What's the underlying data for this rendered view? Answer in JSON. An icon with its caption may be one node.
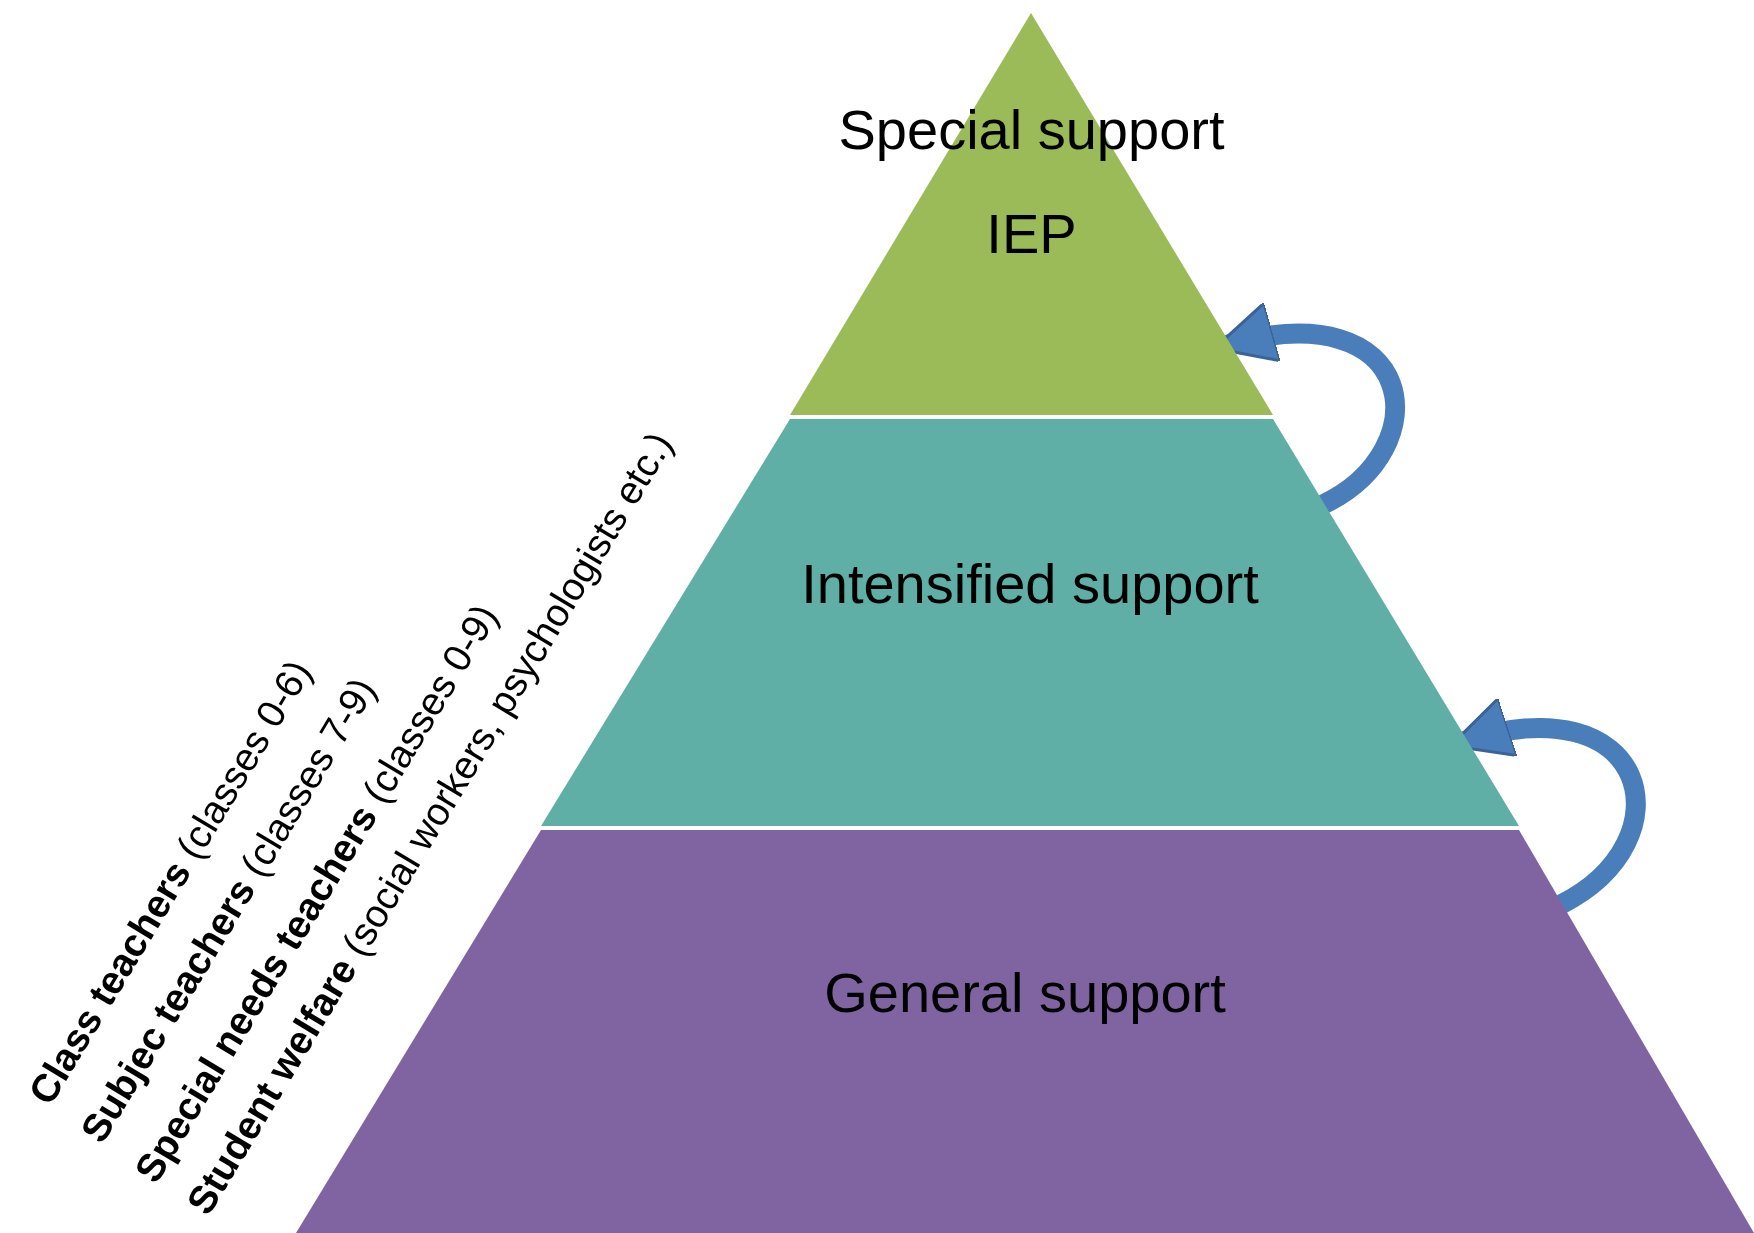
{
  "diagram": {
    "nodes": [
      {
        "text": [
          "Special support",
          "IEP"
        ]
      },
      {
        "text": [
          "Intensified support"
        ]
      },
      {
        "text": [
          "General support"
        ]
      }
    ],
    "edges": [
      {
        "from": 2,
        "to": 1,
        "arrow": "to"
      },
      {
        "from": 1,
        "to": 0,
        "arrow": "to"
      }
    ],
    "labels": [
      "**Class teachers** (classes 0-6)",
      "**Subjec teachers** (classes 7-9)",
      "**Special needs teachers** (classes 0-9)",
      "**Student welfare** (social workers, psychologists etc.)"
    ]
  }
}
